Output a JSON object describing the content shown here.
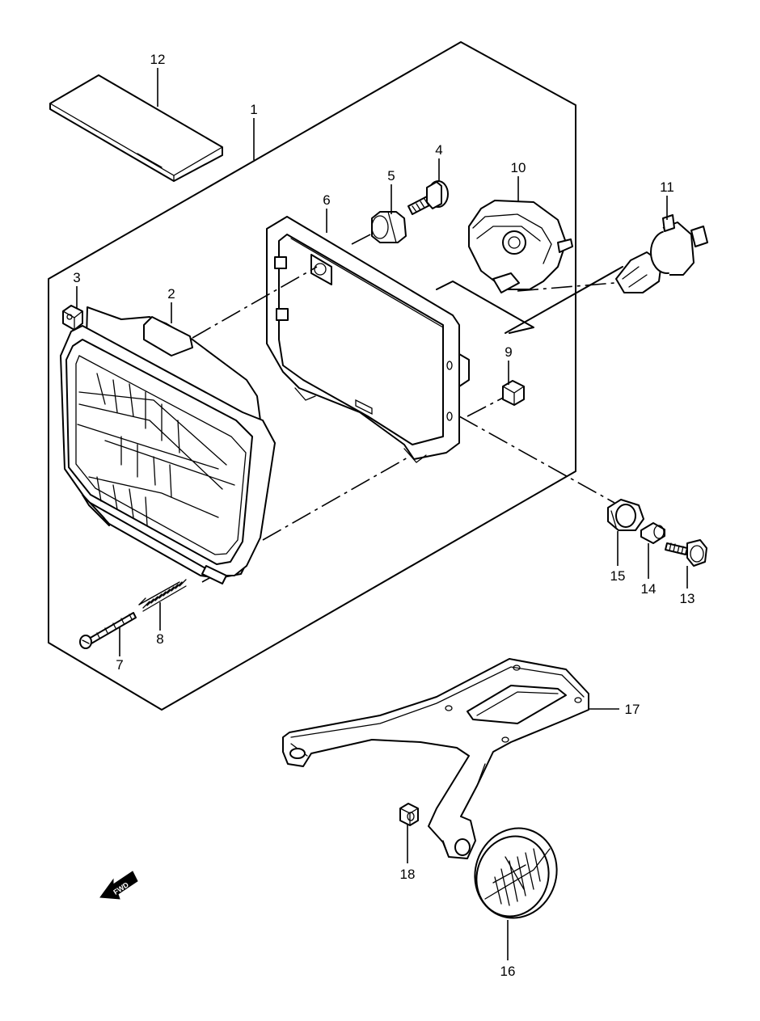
{
  "callouts": [
    {
      "id": "p1",
      "text": "1"
    },
    {
      "id": "p2",
      "text": "2"
    },
    {
      "id": "p3",
      "text": "3"
    },
    {
      "id": "p4",
      "text": "4"
    },
    {
      "id": "p5",
      "text": "5"
    },
    {
      "id": "p6",
      "text": "6"
    },
    {
      "id": "p7",
      "text": "7"
    },
    {
      "id": "p8",
      "text": "8"
    },
    {
      "id": "p9",
      "text": "9"
    },
    {
      "id": "p10",
      "text": "10"
    },
    {
      "id": "p11",
      "text": "11"
    },
    {
      "id": "p12",
      "text": "12"
    },
    {
      "id": "p13",
      "text": "13"
    },
    {
      "id": "p14",
      "text": "14"
    },
    {
      "id": "p15",
      "text": "15"
    },
    {
      "id": "p16",
      "text": "16"
    },
    {
      "id": "p17",
      "text": "17"
    },
    {
      "id": "p18",
      "text": "18"
    }
  ],
  "fwd_label": "FWD"
}
